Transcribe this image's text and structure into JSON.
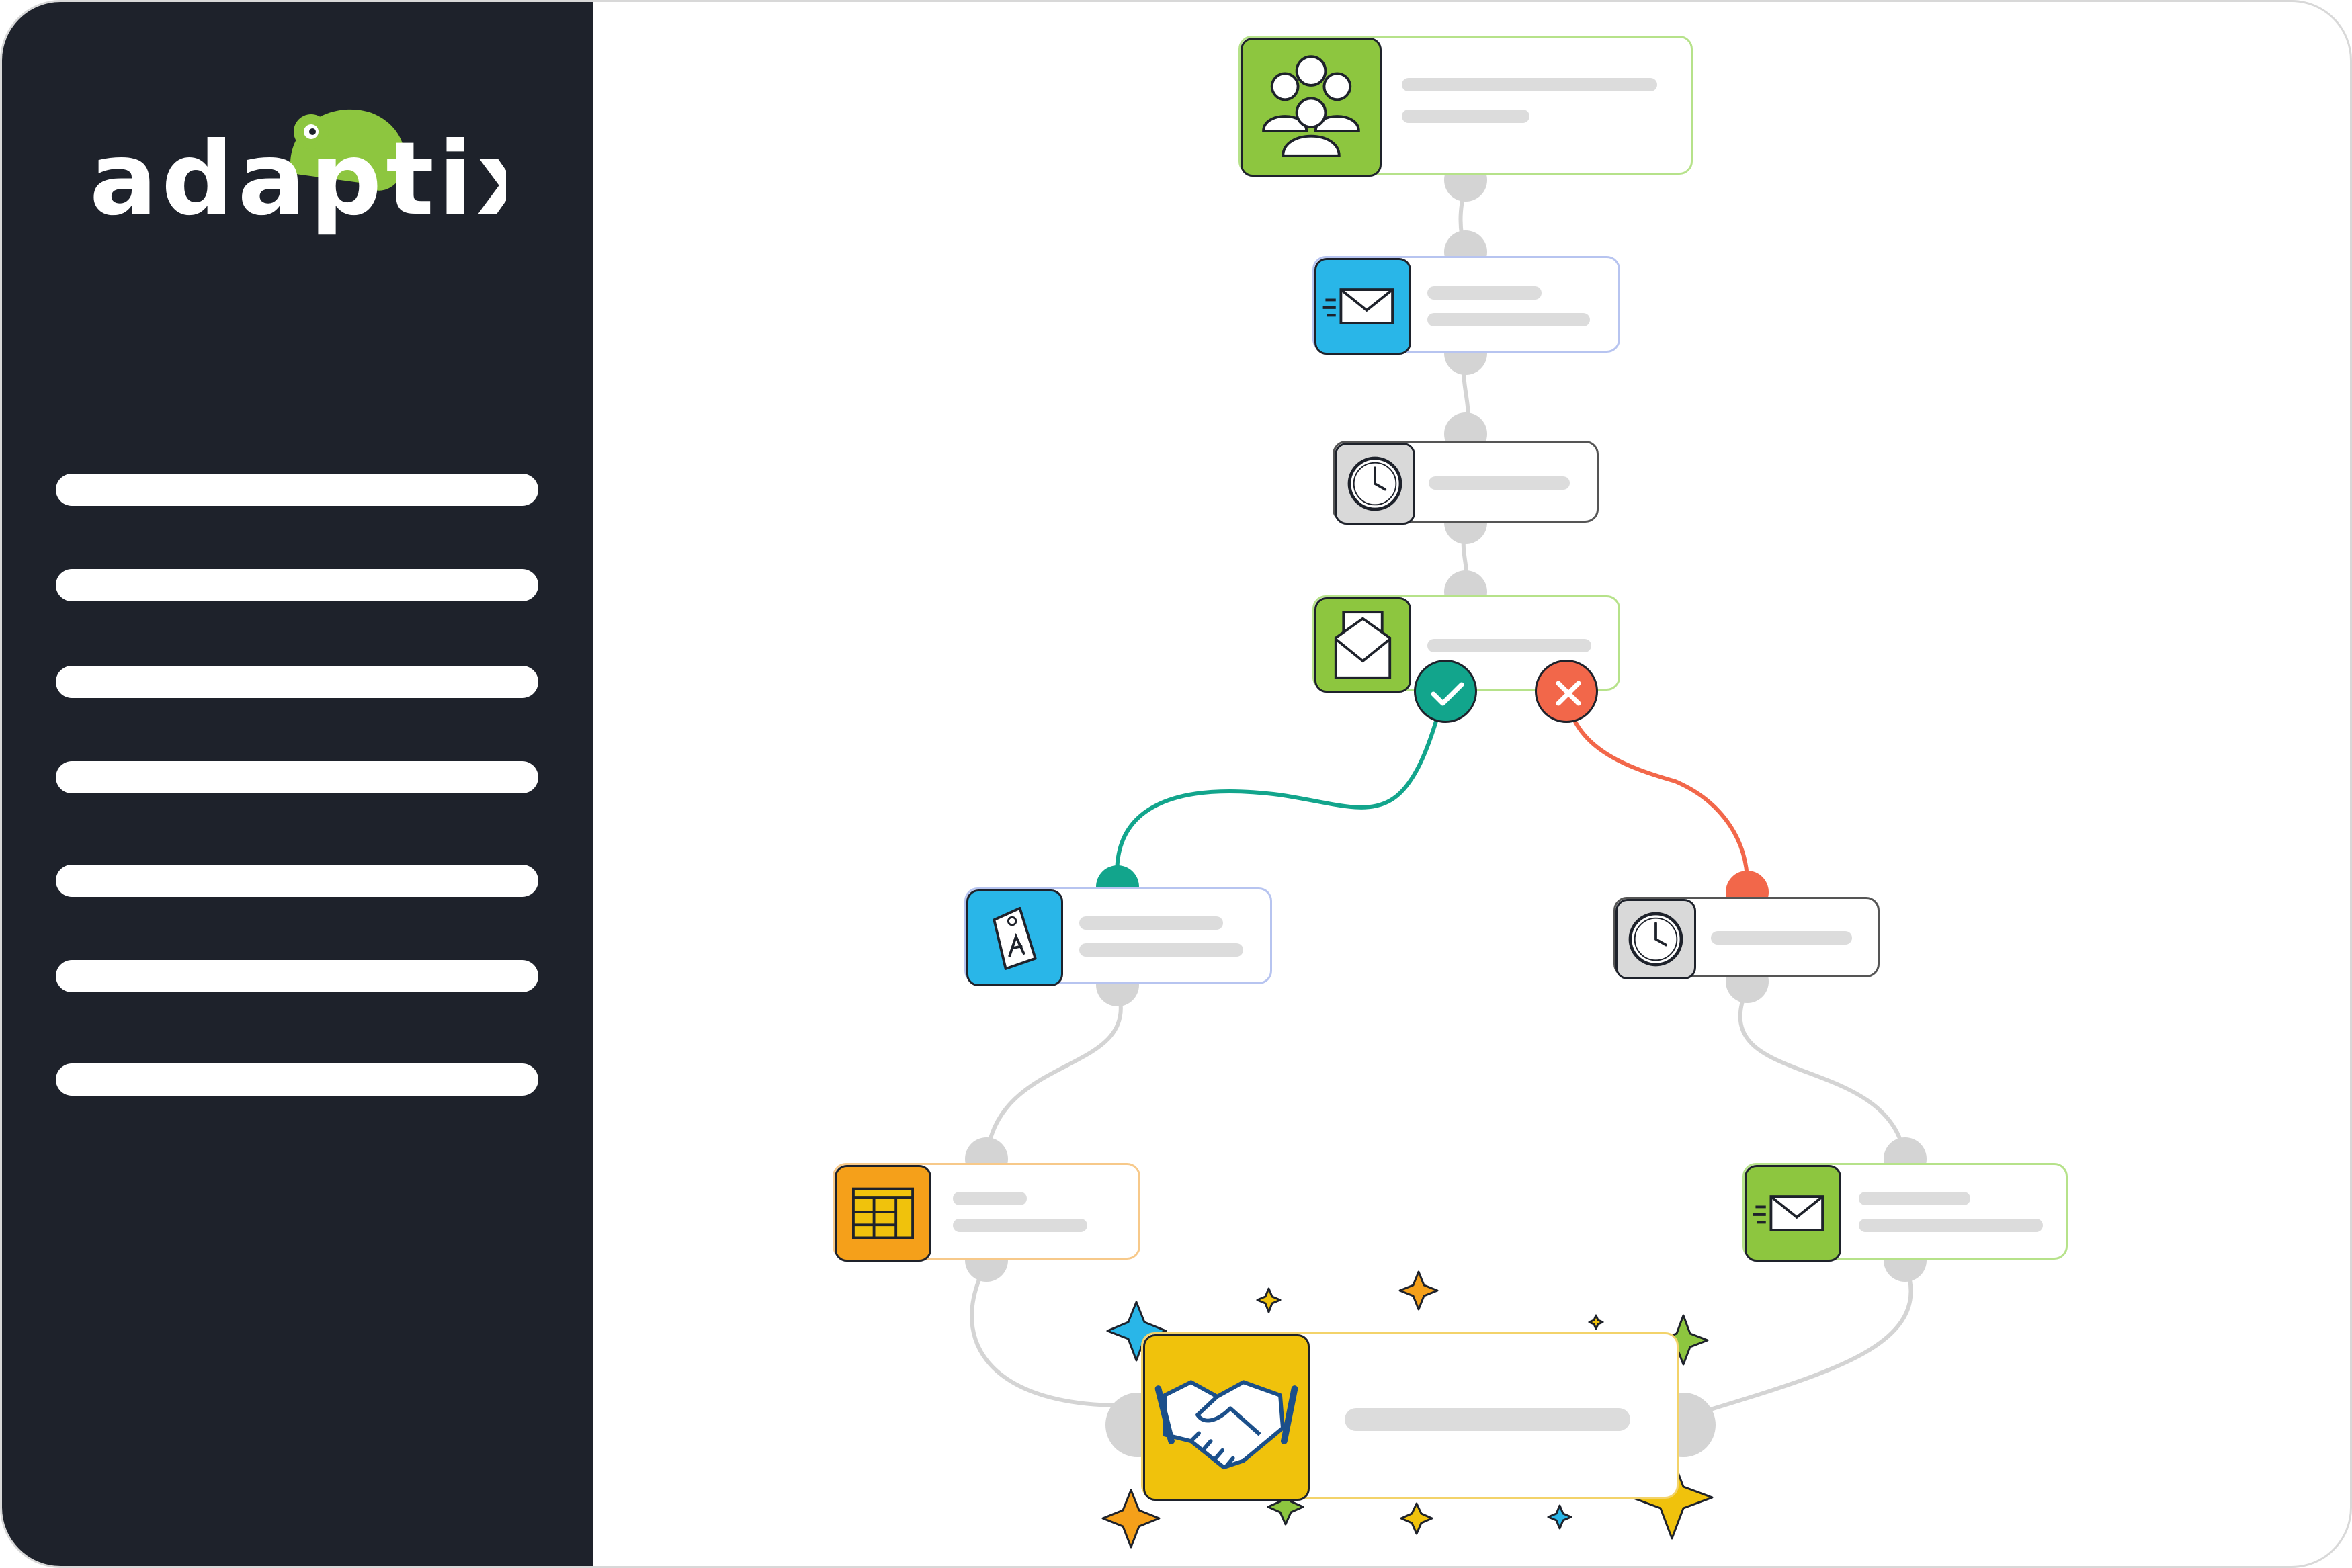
{
  "brand": {
    "logo_text": "adaptix"
  },
  "colors": {
    "sidebar_bg": "#1e222b",
    "green": "#8dc63f",
    "blue": "#29b6e8",
    "orange": "#f5a01a",
    "yellow": "#f0c20c",
    "gray_icon": "#d9d9d9",
    "yes_branch": "#12a58c",
    "no_branch": "#f2674a",
    "placeholder": "#dcdcdc",
    "connector": "#d4d4d4"
  },
  "sidebar": {
    "menu_items": [
      {
        "icon": "placeholder-bar"
      },
      {
        "icon": "placeholder-bar"
      },
      {
        "icon": "placeholder-bar"
      },
      {
        "icon": "placeholder-bar"
      },
      {
        "icon": "placeholder-bar"
      },
      {
        "icon": "placeholder-bar"
      },
      {
        "icon": "placeholder-bar"
      }
    ]
  },
  "workflow": {
    "nodes": [
      {
        "id": "contacts",
        "icon": "users-icon",
        "color": "green"
      },
      {
        "id": "send-email",
        "icon": "send-email-icon",
        "color": "blue"
      },
      {
        "id": "wait",
        "icon": "clock-icon",
        "color": "gray"
      },
      {
        "id": "email-opened",
        "icon": "open-envelope-icon",
        "color": "green"
      },
      {
        "id": "add-tag",
        "icon": "tag-icon",
        "color": "blue"
      },
      {
        "id": "wait-2",
        "icon": "clock-icon",
        "color": "gray"
      },
      {
        "id": "landing-page",
        "icon": "layout-grid-icon",
        "color": "orange"
      },
      {
        "id": "send-email-2",
        "icon": "send-email-icon",
        "color": "green"
      },
      {
        "id": "deal-won",
        "icon": "handshake-icon",
        "color": "yellow"
      }
    ],
    "branches": [
      {
        "type": "yes",
        "icon": "check-icon"
      },
      {
        "type": "no",
        "icon": "x-icon"
      }
    ]
  }
}
